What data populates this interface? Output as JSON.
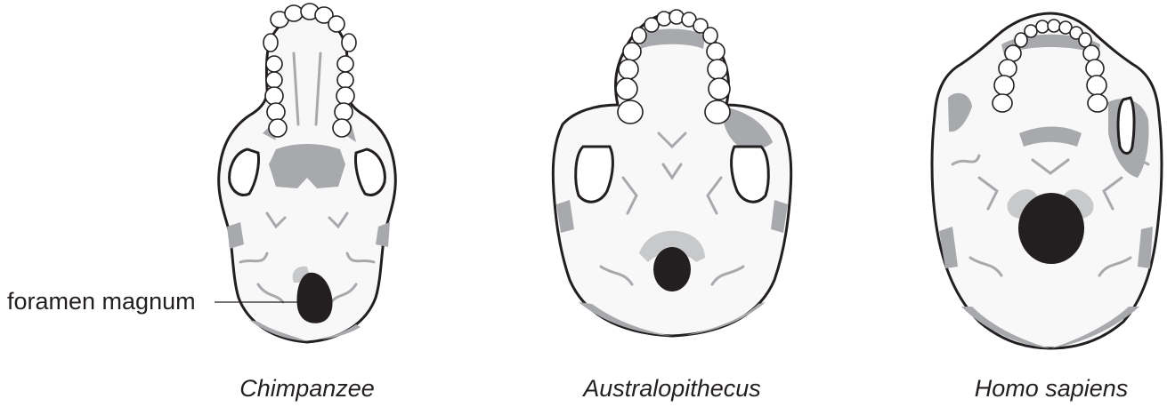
{
  "figure": {
    "labels": {
      "foramen": "foramen magnum"
    },
    "skulls": [
      {
        "caption": "Chimpanzee"
      },
      {
        "caption": "Australopithecus"
      },
      {
        "caption": "Homo sapiens"
      }
    ]
  }
}
